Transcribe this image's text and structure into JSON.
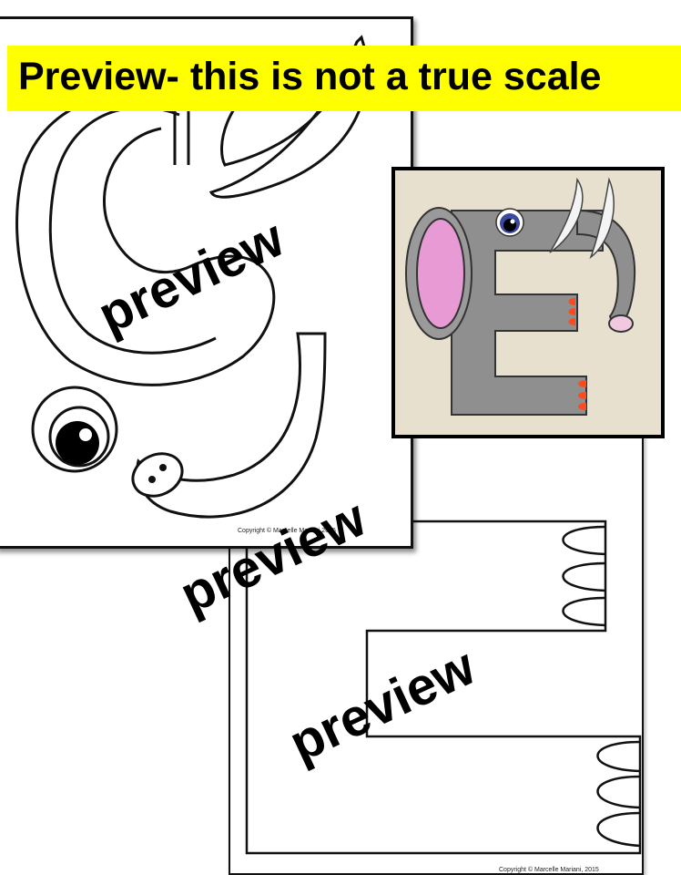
{
  "banner": {
    "text": "Preview- this is not a true scale",
    "color": "#ffff00"
  },
  "watermark": {
    "text": "preview"
  },
  "sheets": {
    "top_copyright": "Copyright © Marcelle Mariani 2015",
    "bottom_copyright": "Copyright © Marcelle Mariani, 2015"
  },
  "photo": {
    "subject": "elephant-letter-e-craft",
    "colors": {
      "body": "#8f8f8f",
      "ear": "#e79ad4",
      "toes": "#ff4a1e",
      "background": "#e8e0cf"
    }
  }
}
